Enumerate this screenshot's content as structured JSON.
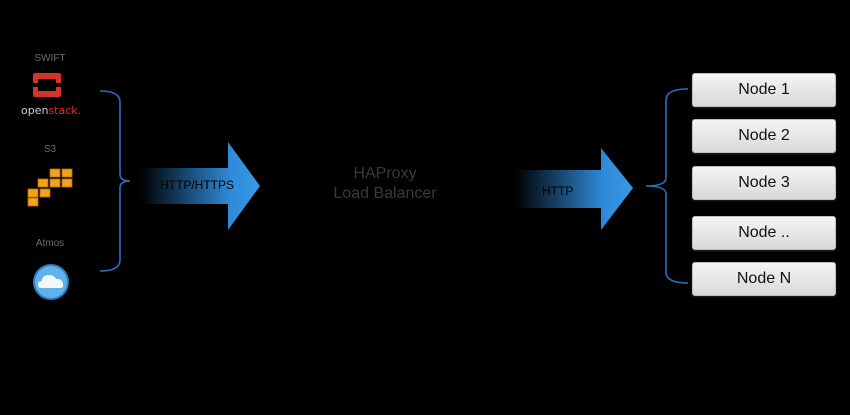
{
  "clients": [
    {
      "label": "SWIFT",
      "icon": "openstack-icon",
      "wordmark_a": "open",
      "wordmark_b": "stack."
    },
    {
      "label": "S3",
      "icon": "aws-cubes-icon"
    },
    {
      "label": "Atmos",
      "icon": "cloud-icon"
    }
  ],
  "left_arrow_label": "HTTP/HTTPS",
  "center": {
    "line1": "HAProxy",
    "line2": "Load Balancer"
  },
  "right_arrow_label": "HTTP",
  "nodes": [
    "Node 1",
    "Node 2",
    "Node 3",
    "Node ..",
    "Node N"
  ],
  "colors": {
    "arrow": "#2f8ad8",
    "bracket": "#2a6fc0",
    "openstack": "#d6322c",
    "aws": "#f4a21a"
  }
}
